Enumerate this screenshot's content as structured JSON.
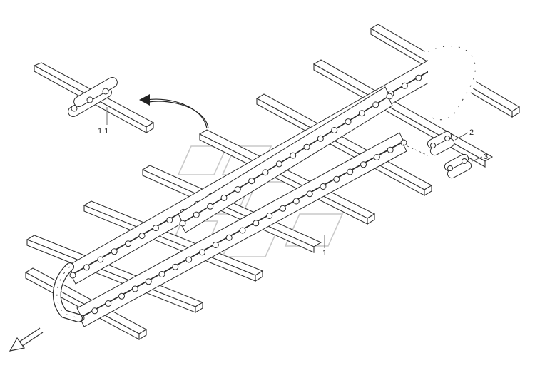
{
  "diagram": {
    "callouts": [
      {
        "id": "c1_1",
        "text": "1.1"
      },
      {
        "id": "c2",
        "text": "2"
      },
      {
        "id": "c3",
        "text": "3"
      },
      {
        "id": "c1",
        "text": "1"
      }
    ]
  }
}
